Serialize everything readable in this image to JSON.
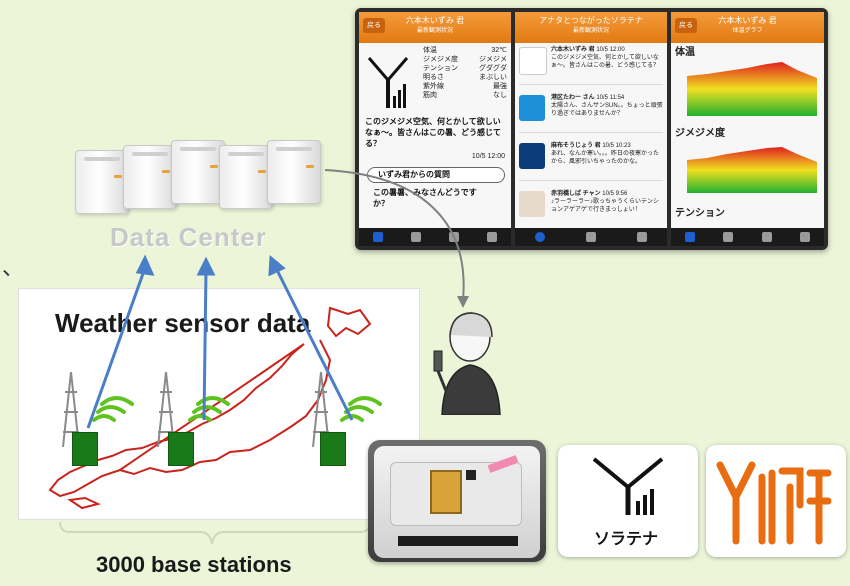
{
  "data_center": {
    "label": "Data Center"
  },
  "map": {
    "title": "Weather sensor data"
  },
  "base_stations": {
    "label": "3000 base stations"
  },
  "stray_mark": "、",
  "app_screens": {
    "screen1": {
      "header_title": "六本木いずみ 君",
      "header_subtitle": "最新観測状況",
      "back_label": "戻る",
      "stats": [
        {
          "label": "体温",
          "value": "32℃"
        },
        {
          "label": "ジメジメ度",
          "value": "ジメジメ"
        },
        {
          "label": "テンション",
          "value": "グダグダ"
        },
        {
          "label": "明るさ",
          "value": "まぶしい"
        },
        {
          "label": "紫外線",
          "value": "最強"
        },
        {
          "label": "筋肉",
          "value": "なし"
        }
      ],
      "message": "このジメジメ空気、何とかして欲しいなぁ〜。皆さんはこの暑、どう感じてる？",
      "message_time": "10/5 12:00",
      "question_title": "いずみ君からの質問",
      "question_text": "この暑暑、みなさんどうですか？"
    },
    "screen2": {
      "header_title": "アナタとつながったソラテナ",
      "header_subtitle": "最新観測状況",
      "items": [
        {
          "name": "六本木いずみ 君",
          "time": "10/5 12:00",
          "text": "このジメジメ空気、何とかして欲しいなぁ〜。皆さんはこの暑、どう感じてる？"
        },
        {
          "name": "港区たわー さん",
          "time": "10/5 11:54",
          "text": "太陽さん、さんサンSUN。。ちょっと頑張り過ぎではありませんか？"
        },
        {
          "name": "麻布そうじょう 君",
          "time": "10/5 10:23",
          "text": "あれ、なんか寒い。。。昨日の夜寒かったから、風邪引いちゃったのかな。"
        },
        {
          "name": "赤羽橋しば チャン",
          "time": "10/5 9:56",
          "text": "♪ラーラーラー♪歌っちゃうくらいテンションアゲアゲで行きまっしょい！"
        }
      ]
    },
    "screen3": {
      "header_title": "六本木いずみ 君",
      "header_subtitle": "体温グラフ",
      "back_label": "戻る",
      "graphs": [
        {
          "label": "体温"
        },
        {
          "label": "ジメジメ度"
        },
        {
          "label": "テンション"
        }
      ]
    }
  },
  "logos": {
    "logo1_text": "ソラテナ",
    "logo2_text": "ソラテナ"
  }
}
